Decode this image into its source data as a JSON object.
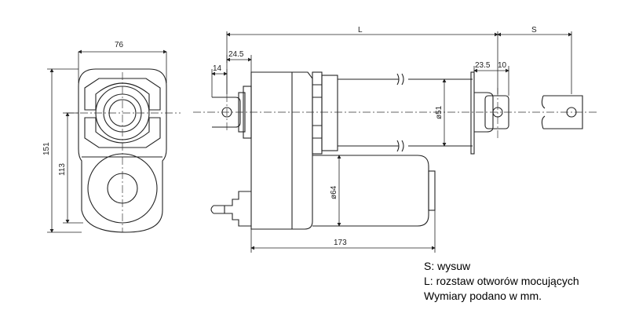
{
  "dimensions": {
    "width_76": "76",
    "height_151": "151",
    "height_113": "113",
    "length_L": "L",
    "stroke_S": "S",
    "len_24_5": "24.5",
    "len_14": "14",
    "len_23_5": "23.5",
    "len_10": "10",
    "dia_51": "ø51",
    "dia_64": "ø64",
    "len_173": "173"
  },
  "legend": {
    "line1": "S: wysuw",
    "line2": "L: rozstaw otworów mocujących",
    "line3": "Wymiary podano w mm."
  },
  "colors": {
    "line": "#222222",
    "centerline": "#333333"
  }
}
